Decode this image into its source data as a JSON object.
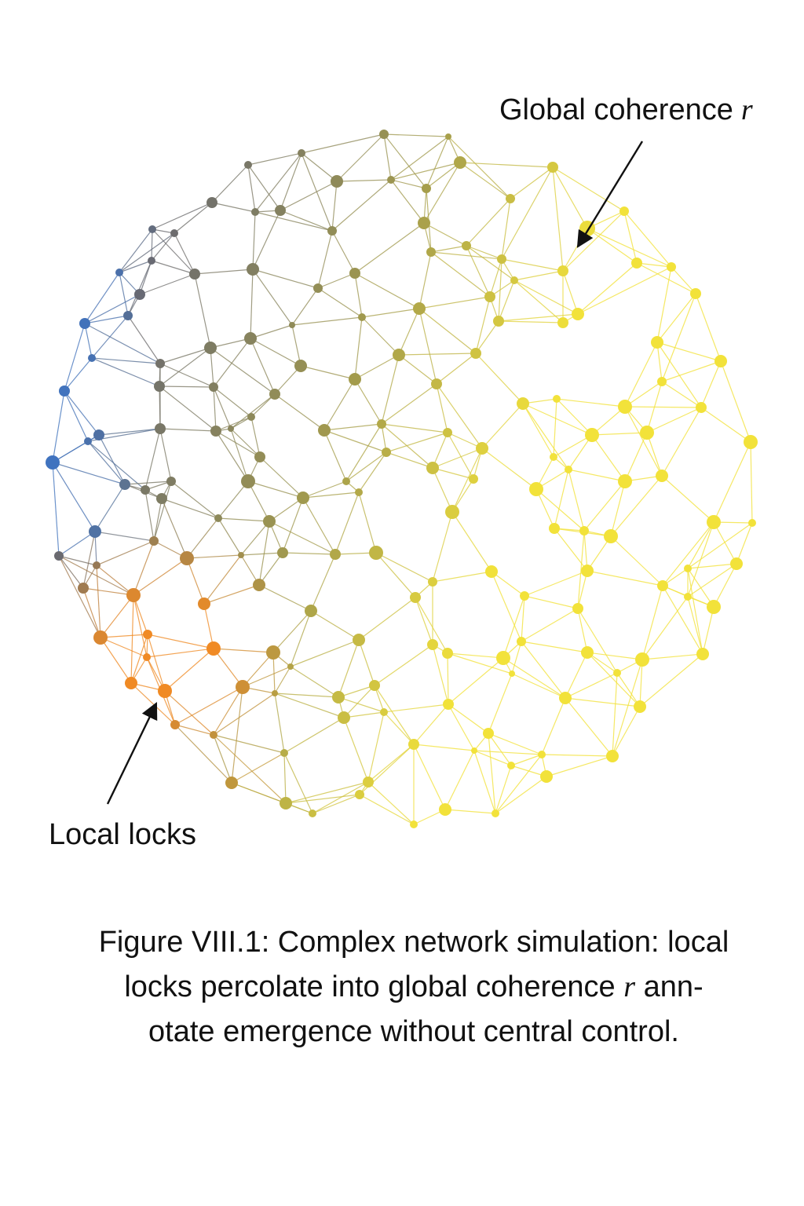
{
  "annotations": {
    "global_label": "Global coherence",
    "global_var": "r",
    "local_label": "Local locks"
  },
  "caption": {
    "line1": "Figure VIII.1: Complex network simulation: local",
    "line2_pre": "locks percolate into global coherence",
    "line2_var": "r",
    "line2_post": "ann-",
    "line3": "otate emergence without central control."
  },
  "colors": {
    "blue_cluster": "#3f73c0",
    "gray_cluster": "#6a6a70",
    "orange_cluster": "#f08a24",
    "olive_cluster": "#a8a04a",
    "yellow_cluster": "#f2e23a",
    "arrow": "#111111"
  }
}
